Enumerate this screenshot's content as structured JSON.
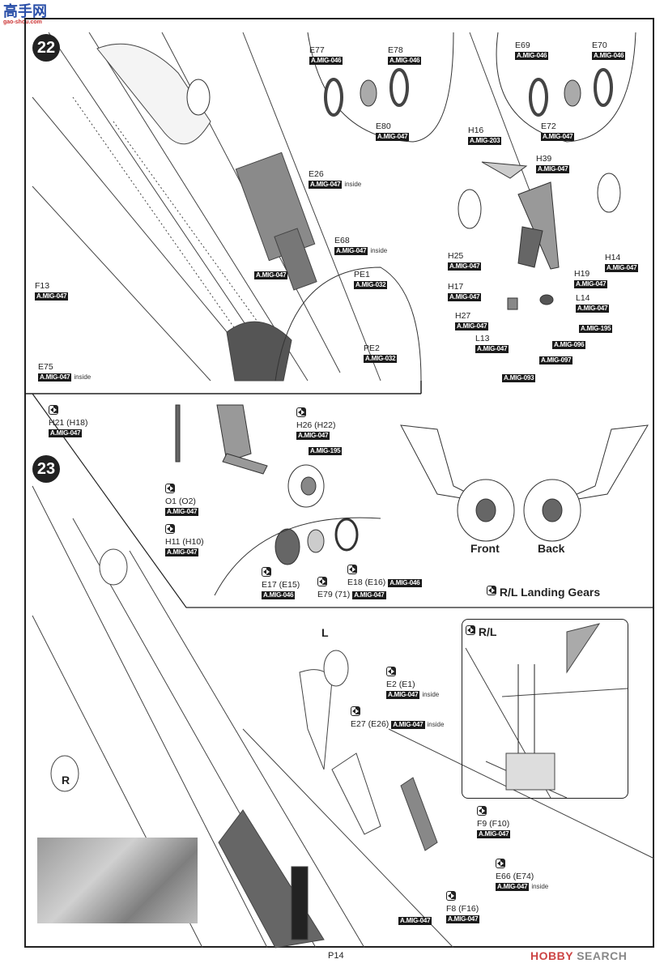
{
  "watermark_top": {
    "text": "高手网",
    "sub": "gao-shou.com"
  },
  "steps": [
    {
      "number": "22"
    },
    {
      "number": "23"
    }
  ],
  "callouts": [
    {
      "part": "E77",
      "paint": "A.MIG-046"
    },
    {
      "part": "E78",
      "paint": "A.MIG-046"
    },
    {
      "part": "E80",
      "paint": "A.MIG-047"
    },
    {
      "part": "E69",
      "paint": "A.MIG-046"
    },
    {
      "part": "E70",
      "paint": "A.MIG-046"
    },
    {
      "part": "E72",
      "paint": "A.MIG-047"
    },
    {
      "part": "H16",
      "paint": "A.MIG-203"
    },
    {
      "part": "H39",
      "paint": "A.MIG-047"
    },
    {
      "part": "E26",
      "paint": "A.MIG-047",
      "note": "inside"
    },
    {
      "part": "E68",
      "paint": "A.MIG-047",
      "note": "inside"
    },
    {
      "part": "",
      "paint": "A.MIG-047"
    },
    {
      "part": "PE1",
      "paint": "A.MIG-032"
    },
    {
      "part": "PE2",
      "paint": "A.MIG-032"
    },
    {
      "part": "F13",
      "paint": "A.MIG-047"
    },
    {
      "part": "E75",
      "paint": "A.MIG-047",
      "note": "inside"
    },
    {
      "part": "H25",
      "paint": "A.MIG-047"
    },
    {
      "part": "H14",
      "paint": "A.MIG-047"
    },
    {
      "part": "H19",
      "paint": "A.MIG-047"
    },
    {
      "part": "H17",
      "paint": "A.MIG-047"
    },
    {
      "part": "L14",
      "paint": "A.MIG-047"
    },
    {
      "part": "H27",
      "paint": "A.MIG-047"
    },
    {
      "part": "",
      "paint": "A.MIG-195"
    },
    {
      "part": "L13",
      "paint": "A.MIG-047"
    },
    {
      "part": "",
      "paint": "A.MIG-096"
    },
    {
      "part": "",
      "paint": "A.MIG-097"
    },
    {
      "part": "",
      "paint": "A.MIG-093"
    },
    {
      "part": "H21 (H18)",
      "paint": "A.MIG-047",
      "mirror": true
    },
    {
      "part": "H26 (H22)",
      "paint": "A.MIG-047",
      "mirror": true
    },
    {
      "part": "",
      "paint": "A.MIG-195"
    },
    {
      "part": "O1 (O2)",
      "paint": "A.MIG-047",
      "mirror": true
    },
    {
      "part": "H11 (H10)",
      "paint": "A.MIG-047",
      "mirror": true
    },
    {
      "part": "E17 (E15)",
      "paint": "A.MIG-046",
      "mirror": true
    },
    {
      "part": "E79 (71)",
      "paint": "A.MIG-047",
      "mirror": true
    },
    {
      "part": "E18 (E16)",
      "paint": "A.MIG-046",
      "mirror": true
    },
    {
      "part": "E2 (E1)",
      "paint": "A.MIG-047",
      "note": "inside",
      "mirror": true
    },
    {
      "part": "E27 (E26)",
      "paint": "A.MIG-047",
      "note": "inside",
      "mirror": true
    },
    {
      "part": "F9 (F10)",
      "paint": "A.MIG-047",
      "mirror": true
    },
    {
      "part": "E66 (E74)",
      "paint": "A.MIG-047",
      "note": "inside",
      "mirror": true
    },
    {
      "part": "F8 (F16)",
      "paint": "A.MIG-047",
      "mirror": true
    },
    {
      "part": "",
      "paint": "A.MIG-047"
    }
  ],
  "labels": {
    "front": "Front",
    "back": "Back",
    "landing_gears": "R/L Landing Gears",
    "inset_rl": "R/L",
    "left": "L",
    "right": "R"
  },
  "footer": {
    "page": "P14",
    "brand_a": "HOBBY",
    "brand_b": " SEARCH"
  }
}
